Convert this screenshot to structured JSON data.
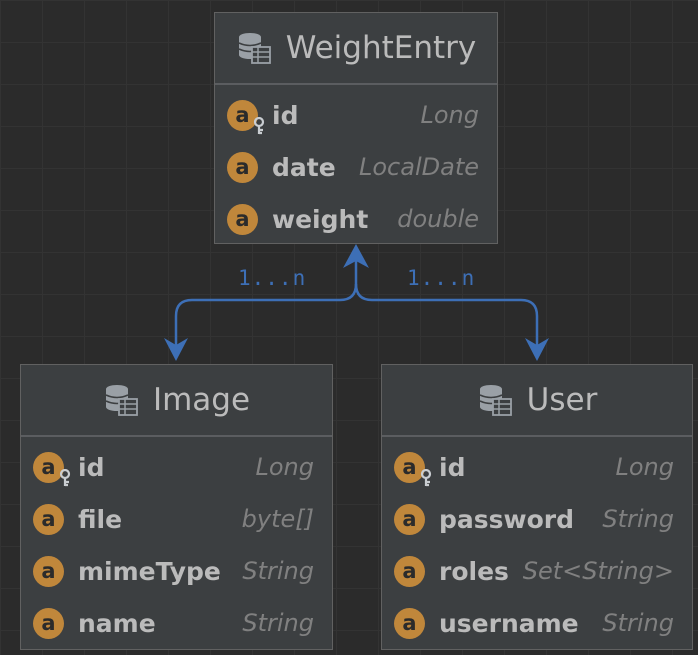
{
  "entities": {
    "weightentry": {
      "name": "WeightEntry",
      "fields": [
        {
          "name": "id",
          "type": "Long",
          "primary_key": true
        },
        {
          "name": "date",
          "type": "LocalDate",
          "primary_key": false
        },
        {
          "name": "weight",
          "type": "double",
          "primary_key": false
        }
      ]
    },
    "image": {
      "name": "Image",
      "fields": [
        {
          "name": "id",
          "type": "Long",
          "primary_key": true
        },
        {
          "name": "file",
          "type": "byte[]",
          "primary_key": false
        },
        {
          "name": "mimeType",
          "type": "String",
          "primary_key": false
        },
        {
          "name": "name",
          "type": "String",
          "primary_key": false
        }
      ]
    },
    "user": {
      "name": "User",
      "fields": [
        {
          "name": "id",
          "type": "Long",
          "primary_key": true
        },
        {
          "name": "password",
          "type": "String",
          "primary_key": false
        },
        {
          "name": "roles",
          "type": "Set<String>",
          "primary_key": false
        },
        {
          "name": "username",
          "type": "String",
          "primary_key": false
        }
      ]
    }
  },
  "field_badge": "a",
  "relations": [
    {
      "from": "WeightEntry",
      "to": "Image",
      "multiplicity": "1...n"
    },
    {
      "from": "WeightEntry",
      "to": "User",
      "multiplicity": "1...n"
    }
  ],
  "colors": {
    "background": "#2b2b2b",
    "entity_fill": "#3c3f41",
    "badge": "#c0873b",
    "connector": "#3d6fb6"
  },
  "icons": {
    "entity_icon": "database-table-icon",
    "field_icon": "field-badge-icon",
    "primary_key_icon": "key-icon"
  }
}
